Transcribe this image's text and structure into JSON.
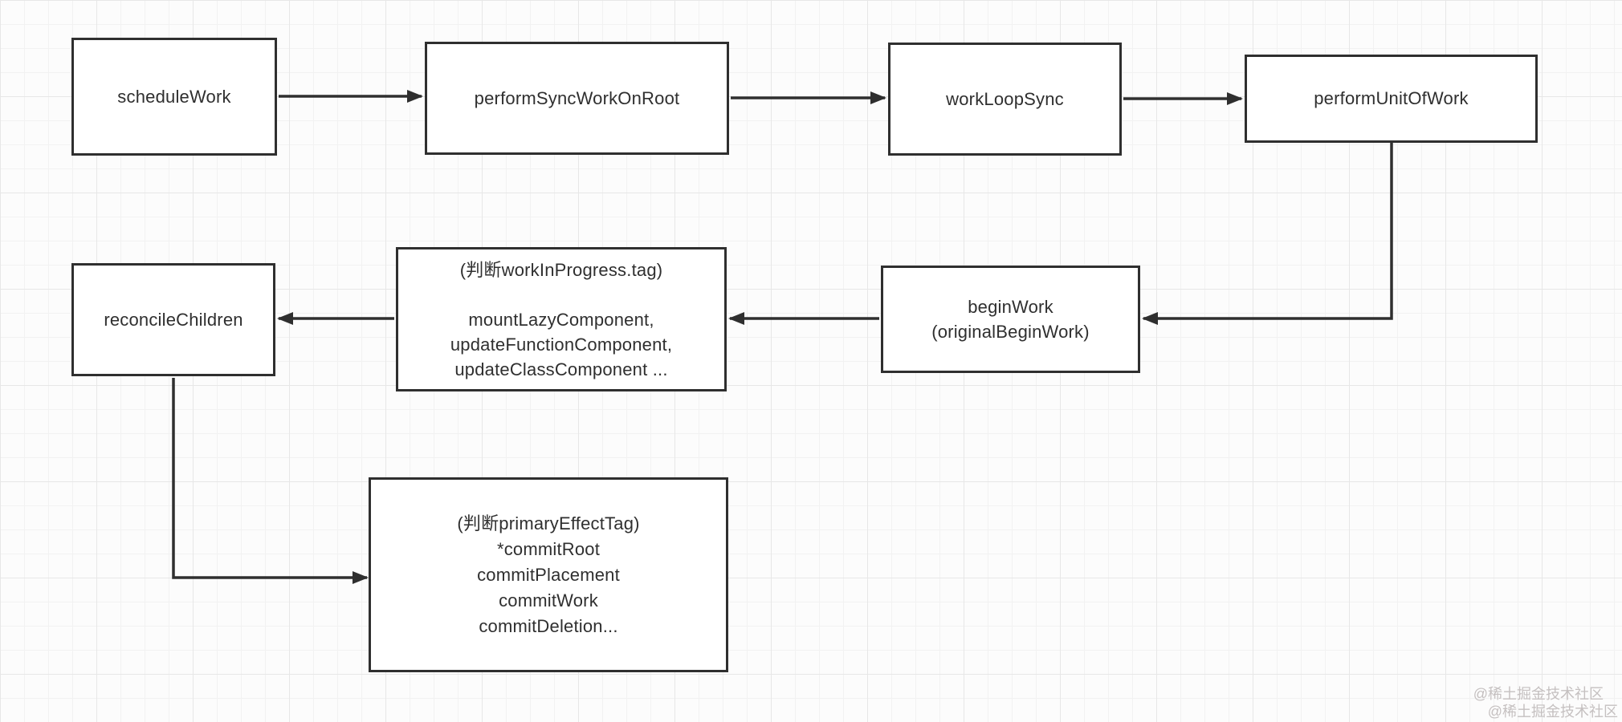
{
  "colors": {
    "background": "#fcfcfc",
    "grid_minor": "#f2f2f2",
    "grid_major": "#e7e7e7",
    "box_border": "#2f2f2f",
    "box_fill": "#ffffff",
    "text": "#2f2f2f",
    "connector": "#2f2f2f",
    "watermark": "#c5c0c0"
  },
  "diagram": {
    "nodes": {
      "schedule_work": {
        "label": "scheduleWork"
      },
      "perform_sync_work_on_root": {
        "label": "performSyncWorkOnRoot"
      },
      "work_loop_sync": {
        "label": "workLoopSync"
      },
      "perform_unit_of_work": {
        "label": "performUnitOfWork"
      },
      "work_in_progress_tag_switch": {
        "lines": [
          "(判断workInProgress.tag)",
          "",
          "mountLazyComponent,",
          "updateFunctionComponent,",
          "updateClassComponent ..."
        ]
      },
      "begin_work": {
        "lines": [
          "beginWork",
          "(originalBeginWork)"
        ]
      },
      "reconcile_children": {
        "label": "reconcileChildren"
      },
      "primary_effect_tag_switch": {
        "lines": [
          "(判断primaryEffectTag)",
          "*commitRoot",
          "commitPlacement",
          "commitWork",
          "commitDeletion..."
        ]
      }
    },
    "edges": [
      {
        "from": "schedule_work",
        "to": "perform_sync_work_on_root"
      },
      {
        "from": "perform_sync_work_on_root",
        "to": "work_loop_sync"
      },
      {
        "from": "work_loop_sync",
        "to": "perform_unit_of_work"
      },
      {
        "from": "perform_unit_of_work",
        "to": "begin_work"
      },
      {
        "from": "begin_work",
        "to": "work_in_progress_tag_switch"
      },
      {
        "from": "work_in_progress_tag_switch",
        "to": "reconcile_children"
      },
      {
        "from": "reconcile_children",
        "to": "primary_effect_tag_switch"
      }
    ]
  },
  "watermark": {
    "lines": [
      "@稀土掘金技术社区",
      "@稀土掘金技术社区"
    ]
  }
}
